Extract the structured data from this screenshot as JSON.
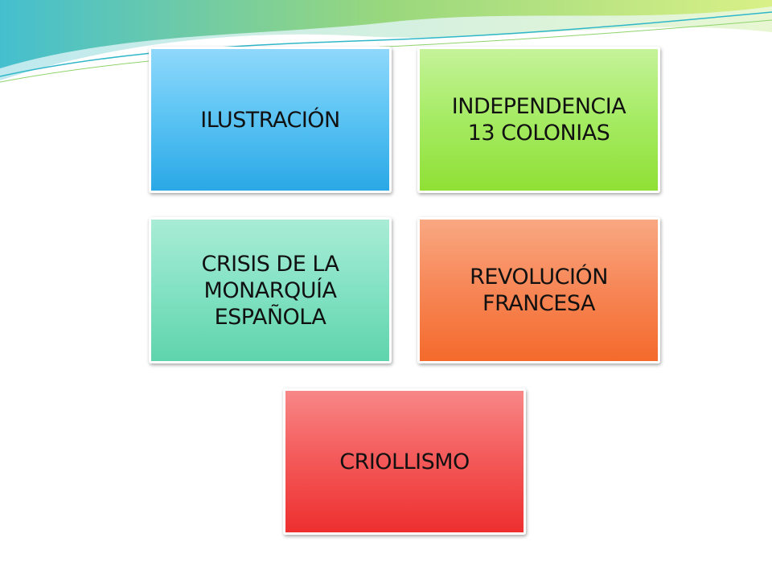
{
  "diagram": {
    "boxes": [
      {
        "label": "ILUSTRACIÓN",
        "color": "#4dbdf0"
      },
      {
        "label": "INDEPENDENCIA\n13 COLONIAS",
        "color": "#a3ea5c"
      },
      {
        "label": "CRISIS DE LA\nMONARQUÍA\nESPAÑOLA",
        "color": "#7fe0c0"
      },
      {
        "label": "REVOLUCIÓN\nFRANCESA",
        "color": "#f6824f"
      },
      {
        "label": "CRIOLLISMO",
        "color": "#f24c4c"
      }
    ]
  },
  "theme": {
    "wave_colors": [
      "#2fb7c9",
      "#8fd36b",
      "#d6ef7a"
    ]
  }
}
